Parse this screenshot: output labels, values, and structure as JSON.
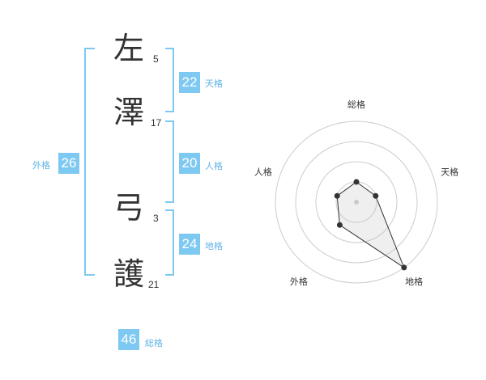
{
  "name": {
    "chars": [
      {
        "char": "左",
        "strokes": "5"
      },
      {
        "char": "澤",
        "strokes": "17"
      },
      {
        "char": "弓",
        "strokes": "3"
      },
      {
        "char": "護",
        "strokes": "21"
      }
    ]
  },
  "fortune": {
    "tenkaku": {
      "value": "22",
      "label": "天格"
    },
    "jinkaku": {
      "value": "20",
      "label": "人格"
    },
    "chikaku": {
      "value": "24",
      "label": "地格"
    },
    "gaikaku": {
      "value": "26",
      "label": "外格"
    },
    "soukaku": {
      "value": "46",
      "label": "総格"
    }
  },
  "colors": {
    "accent": "#7ec9f2",
    "label_text": "#5fb3e6",
    "bracket": "#7ec9f2"
  },
  "chart_data": {
    "type": "radar",
    "axes": [
      "総格",
      "天格",
      "地格",
      "外格",
      "人格"
    ],
    "levels": 4,
    "max": 4,
    "values": [
      1,
      1,
      4,
      1.4,
      1
    ]
  }
}
